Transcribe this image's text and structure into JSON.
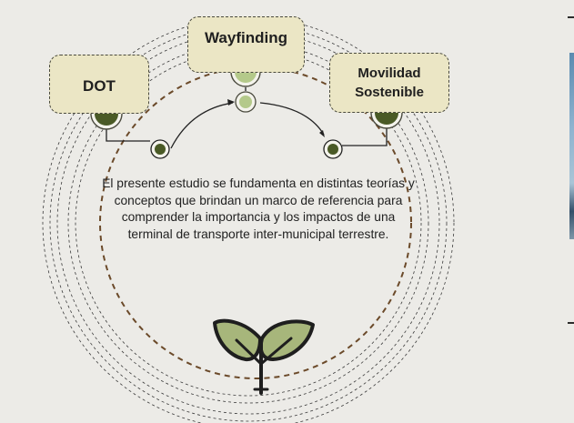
{
  "nodes": {
    "dot": {
      "label": "DOT"
    },
    "wayfinding": {
      "label": "Wayfinding"
    },
    "movilidad": {
      "line1": "Movilidad",
      "line2": "Sostenible"
    }
  },
  "description": "El presente estudio se fundamenta en distintas teorías y conceptos que brindan un marco de referencia para comprender la importancia y los impactos de una terminal de transporte inter-municipal terrestre.",
  "colors": {
    "box_fill": "#ebe6c5",
    "dot_dark": "#4a5a26",
    "dot_light": "#b4c98a",
    "dashed_brown": "#6b4a2a",
    "leaf_fill": "#a7b67b"
  },
  "icons": [
    "leaf-sprout-icon"
  ]
}
